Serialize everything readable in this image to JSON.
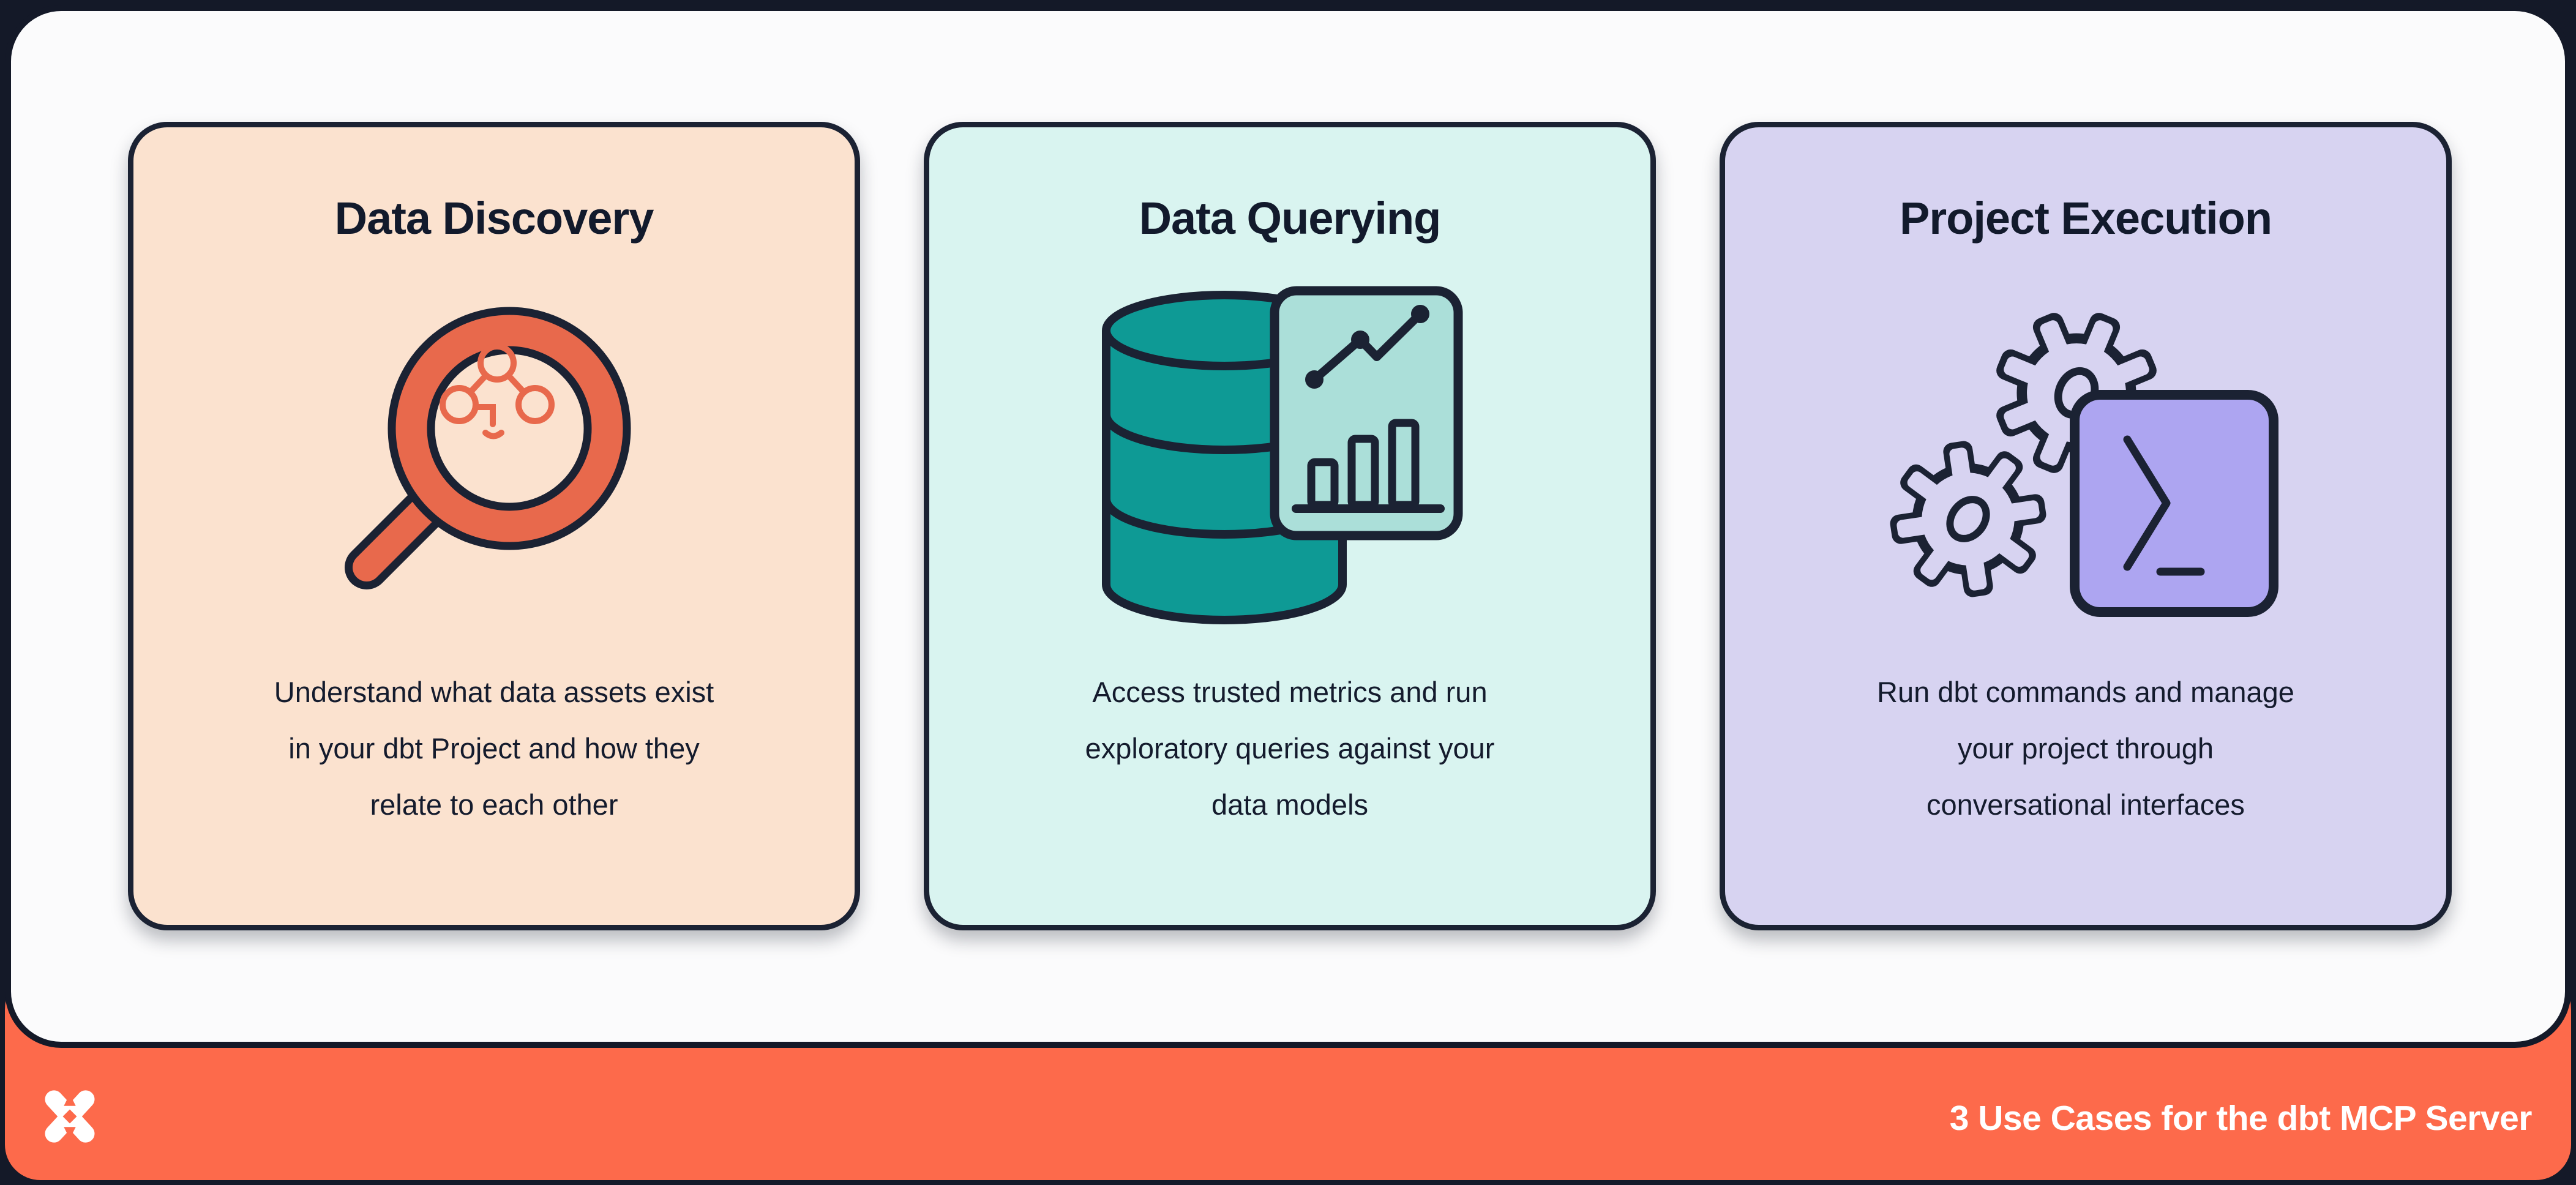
{
  "page": {
    "background": "#141928",
    "canvas_bg": "#FBFBFC",
    "outline_color": "#1B2233",
    "text_color": "#141B2D"
  },
  "cards": [
    {
      "title": "Data Discovery",
      "description": "Understand what data assets exist in your dbt Project and how they relate to each other",
      "description_lines": [
        "Understand what data assets exist",
        "in your dbt Project and how they",
        "relate to each other"
      ],
      "bg": "#FBE2CF",
      "accent": "#E8694C",
      "icon": "magnifier-lineage-icon"
    },
    {
      "title": "Data Querying",
      "description": "Access trusted metrics and run exploratory queries against your data models",
      "description_lines": [
        "Access trusted metrics and run",
        "exploratory queries against your",
        "data models"
      ],
      "bg": "#D9F4F0",
      "accent": "#0E9A95",
      "icon": "database-analytics-icon"
    },
    {
      "title": "Project Execution",
      "description": "Run dbt commands and manage your project through conversational interfaces",
      "description_lines": [
        "Run dbt commands and manage",
        "your project through",
        "conversational interfaces"
      ],
      "bg": "#D7D3F1",
      "accent": "#ADA5F1",
      "icon": "gears-terminal-icon"
    }
  ],
  "footer": {
    "bg": "#FD6A4B",
    "title": "3 Use Cases for the dbt MCP Server",
    "text_color": "#FFFFFF",
    "logo": "dbt-logo"
  }
}
